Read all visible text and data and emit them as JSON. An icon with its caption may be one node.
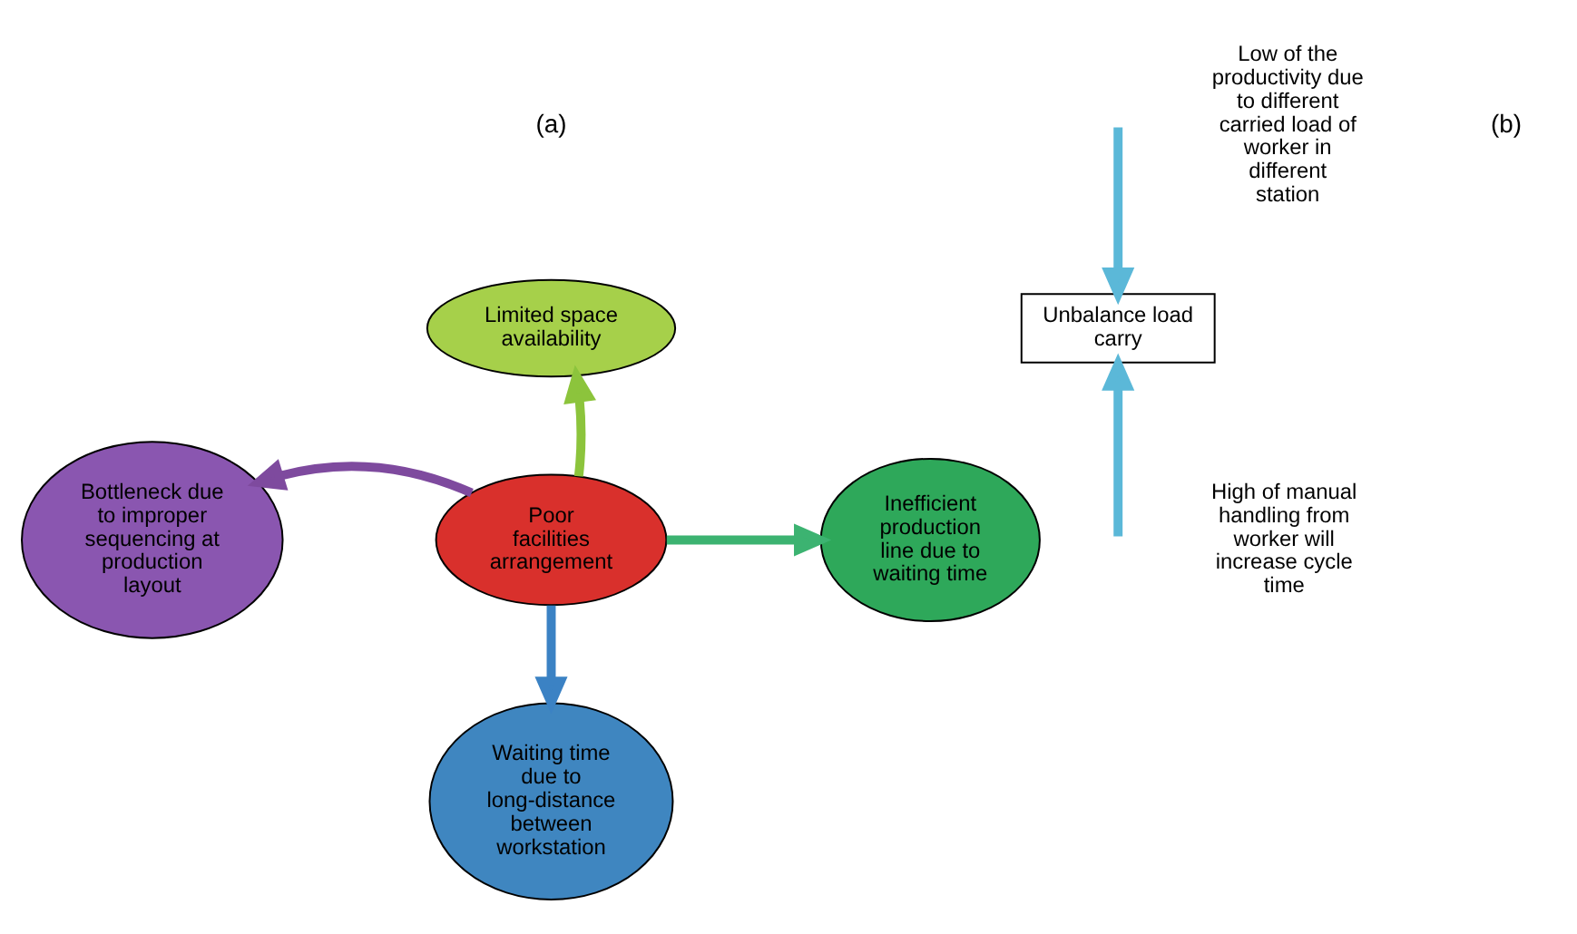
{
  "diagram": {
    "nodes": [
      {
        "text": [
          "Limited space availability"
        ]
      },
      {
        "text": [
          "Bottleneck due to improper sequencing at production layout"
        ]
      },
      {
        "text": [
          "Poor facilities arrangement"
        ]
      },
      {
        "text": [
          "Inefficient production line due to waiting time"
        ]
      },
      {
        "text": [
          "Waiting time due to long-distance between workstation"
        ]
      },
      {
        "text": [
          "Unbalance load carry"
        ]
      }
    ],
    "edges": [
      {
        "from": 2,
        "to": 0,
        "arrow": "to",
        "color": "#8cc43c"
      },
      {
        "from": 2,
        "to": 1,
        "arrow": "to",
        "color": "#7e4a9e"
      },
      {
        "from": 2,
        "to": 3,
        "arrow": "to",
        "color": "#3cb371"
      },
      {
        "from": 2,
        "to": 4,
        "arrow": "to",
        "color": "#3b82c4"
      },
      {
        "from": null,
        "to": 5,
        "arrow": "to",
        "color": "#5bb8d8"
      },
      {
        "from": null,
        "to": 5,
        "arrow": "to",
        "color": "#5bb8d8"
      }
    ],
    "labels": [
      "(a)",
      "(b)",
      "Low of the productivity due to different carried load of worker in different station",
      "High of manual handling from worker will increase cycle time"
    ]
  }
}
